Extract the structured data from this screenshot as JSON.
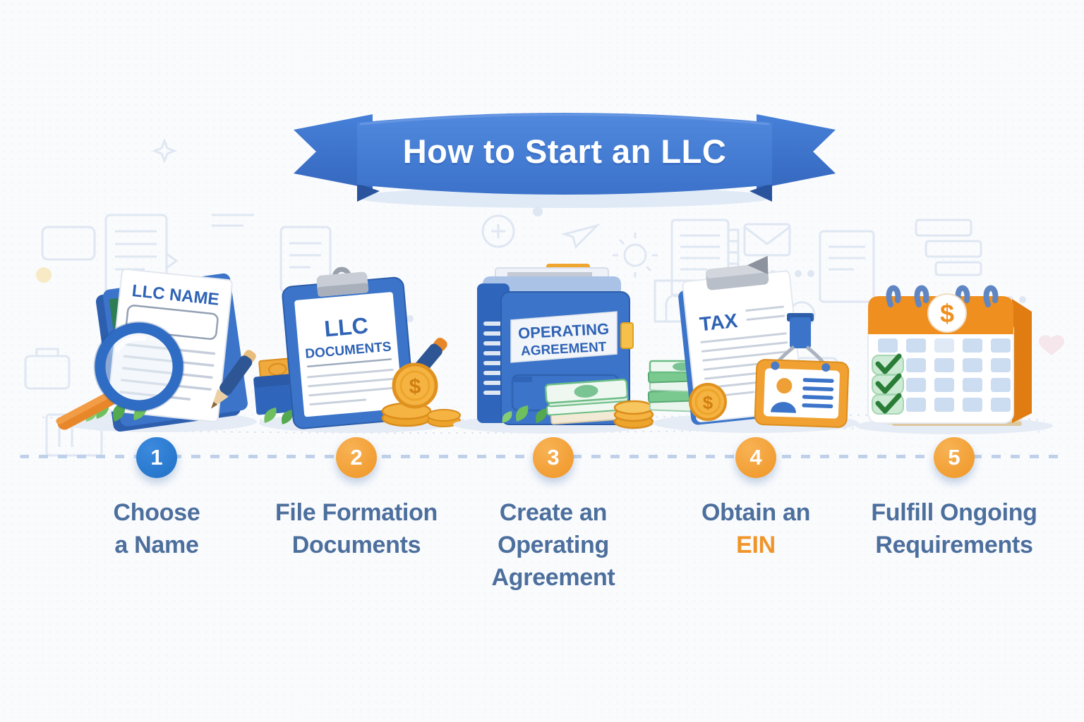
{
  "title": "How to Start an LLC",
  "currency_symbol": "$",
  "colors": {
    "ribbon_blue": "#4a82d9",
    "step1_badge": "#2273c8",
    "accent_orange": "#f09a30",
    "label_blue": "#4c6f9d",
    "timeline_dash": "#bed1e9"
  },
  "steps": [
    {
      "number": "1",
      "label_lines": [
        "Choose",
        "a Name"
      ],
      "illustration": {
        "name": "document-magnifier-pen",
        "doc_title": "LLC NAME"
      }
    },
    {
      "number": "2",
      "label_lines": [
        "File Formation",
        "Documents"
      ],
      "illustration": {
        "name": "clipboard-pen-coins",
        "line1": "LLC",
        "line2": "DOCUMENTS"
      }
    },
    {
      "number": "3",
      "label_lines": [
        "Create an",
        "Operating",
        "Agreement"
      ],
      "illustration": {
        "name": "binder-cash-coins",
        "line1": "OPERATING",
        "line2": "AGREEMENT"
      }
    },
    {
      "number": "4",
      "label_lines": [
        "Obtain an",
        "EIN"
      ],
      "accent_line": 2,
      "illustration": {
        "name": "tax-document-id-badge",
        "doc_title": "TAX"
      }
    },
    {
      "number": "5",
      "label_lines": [
        "Fulfill Ongoing",
        "Requirements"
      ],
      "illustration": {
        "name": "calendar-checklist"
      }
    }
  ]
}
